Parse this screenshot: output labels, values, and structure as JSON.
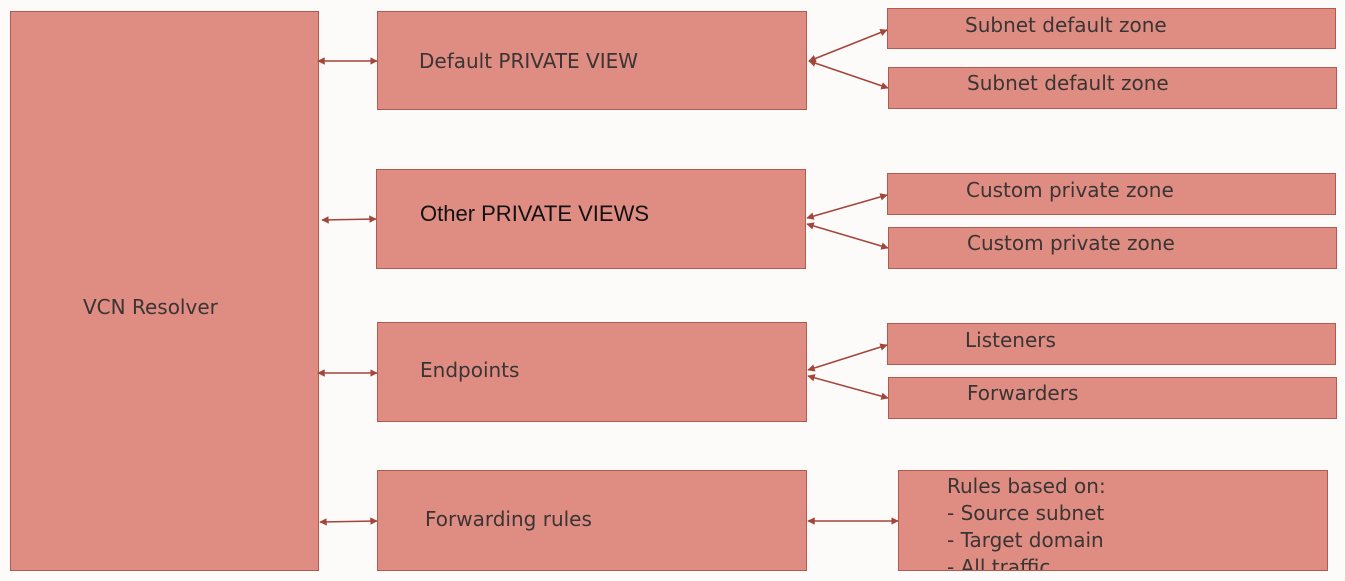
{
  "resolver": {
    "label": "VCN Resolver"
  },
  "views": [
    {
      "label": "Default PRIVATE VIEW",
      "children": [
        "Subnet default zone",
        "Subnet default zone"
      ]
    },
    {
      "label": "Other PRIVATE VIEWS",
      "children": [
        "Custom private zone",
        "Custom private zone"
      ]
    },
    {
      "label": "Endpoints",
      "children": [
        "Listeners",
        "Forwarders"
      ]
    },
    {
      "label": "Forwarding rules",
      "rules": {
        "heading": "Rules based on:",
        "items": [
          "- Source subnet",
          "- Target domain",
          "- All traffic"
        ]
      }
    }
  ],
  "colors": {
    "box_fill": "#df8d82",
    "box_border": "#b35a4f",
    "arrow": "#a4453a"
  }
}
